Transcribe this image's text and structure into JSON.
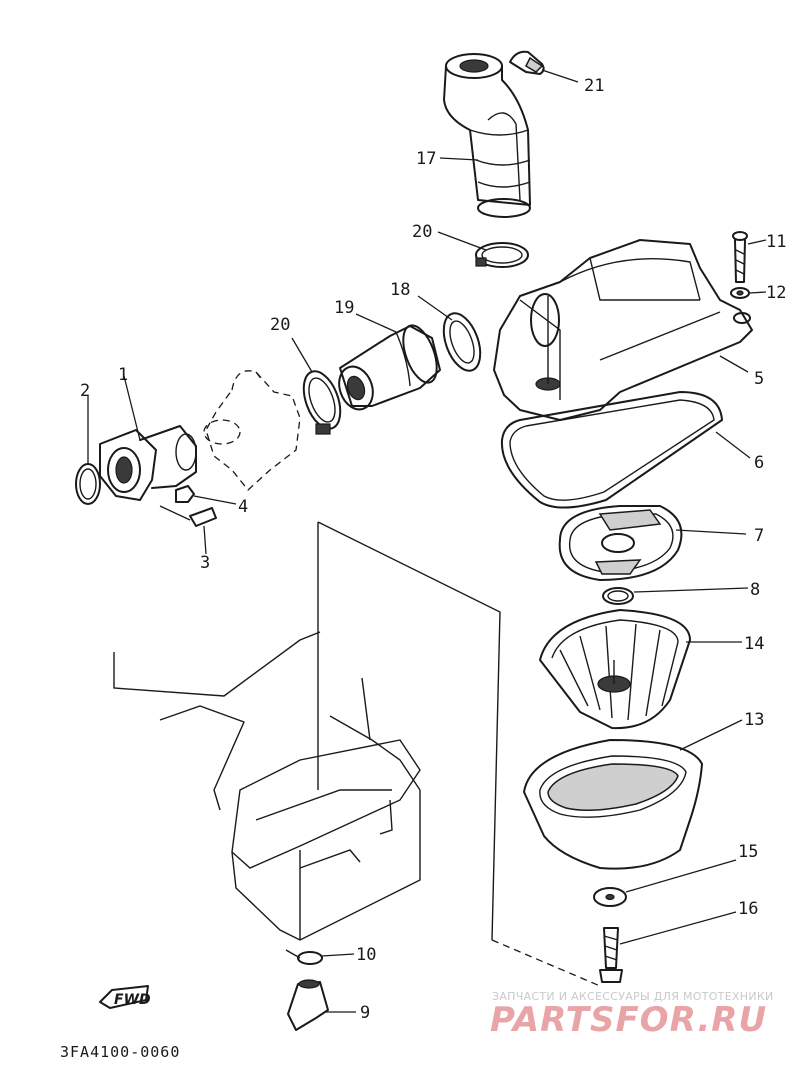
{
  "diagram": {
    "callouts": {
      "c1": "1",
      "c2": "2",
      "c3": "3",
      "c4": "4",
      "c5": "5",
      "c6": "6",
      "c7": "7",
      "c8": "8",
      "c9": "9",
      "c10": "10",
      "c11": "11",
      "c12": "12",
      "c13": "13",
      "c14": "14",
      "c15": "15",
      "c16": "16",
      "c17": "17",
      "c18": "18",
      "c19": "19",
      "c20a": "20",
      "c20b": "20",
      "c21": "21"
    },
    "fwd_label": "FWD",
    "figure_code": "3FA4100-0060"
  },
  "watermark": {
    "tagline": "ЗАПЧАСТИ И АКСЕССУАРЫ ДЛЯ МОТОТЕХНИКИ",
    "brand": "PARTSFOR.RU"
  },
  "colors": {
    "line": "#1a1a1a",
    "watermark_brand": "#e8a4a6",
    "watermark_tagline": "#c9c9c9"
  }
}
